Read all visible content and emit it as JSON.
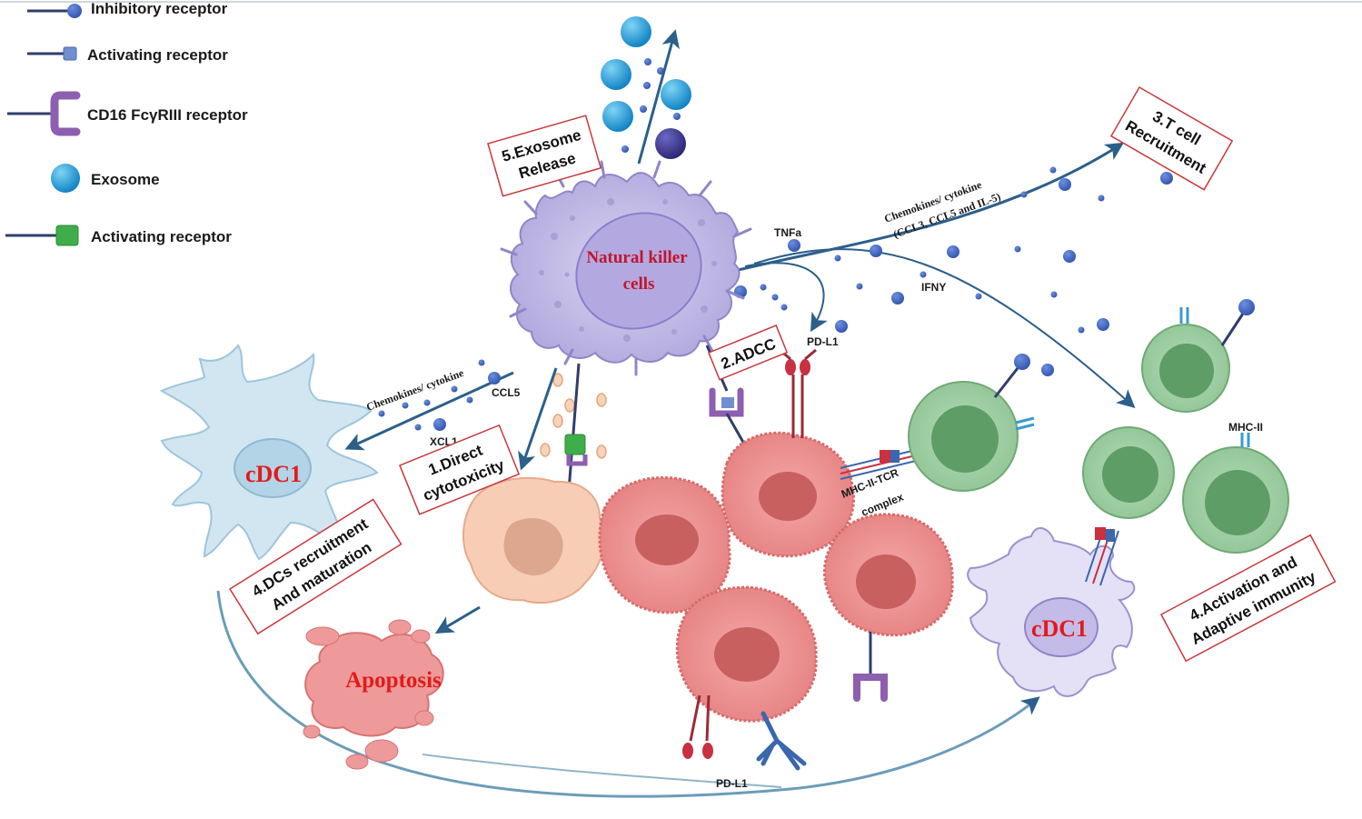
{
  "legend": {
    "inhibitory": "Inhibitory receptor",
    "activating_square": "Activating receptor",
    "cd16": "CD16 FcγRIII receptor",
    "exosome": "Exosome",
    "activating_green": "Activating receptor"
  },
  "labels": {
    "nk_line1": "Natural killer",
    "nk_line2": "cells",
    "cdc1_left": "cDC1",
    "cdc1_right": "cDC1",
    "apoptosis": "Apoptosis",
    "tnfa": "TNFa",
    "ifny": "IFNY",
    "pdl1_top": "PD-L1",
    "pdl1_bottom": "PD-L1",
    "mhcii": "MHC-II",
    "mhc_tcr_1": "MHC-II-TCR",
    "mhc_tcr_2": "complex",
    "chemo_left": "Chemokines/ cytokine",
    "ccl5": "CCL5",
    "xcl1": "XCL1",
    "chemo_right_1": "Chemokines/ cytokine",
    "chemo_right_2": "(CCL3, CCL5 and IL-5)"
  },
  "steps": {
    "s1_l1": "1.Direct",
    "s1_l2": "cytotoxicity",
    "s2": "2.ADCC",
    "s3_l1": "3.T cell",
    "s3_l2": "Recruitment",
    "s4a_l1": "4.DCs recruitment",
    "s4a_l2": "And maturation",
    "s4b_l1": "4.Activation and",
    "s4b_l2": "Adaptive immunity",
    "s5_l1": "5.Exosome",
    "s5_l2": "Release"
  },
  "colors": {
    "arrow": "#2c5f8a",
    "nk_body": "#c7c1e6",
    "tumor": "#ee8f8f",
    "tcell": "#97c99d",
    "dc_left": "#cfe3ee",
    "exosome": "#1a9ad6",
    "box_border": "#c8383b"
  }
}
